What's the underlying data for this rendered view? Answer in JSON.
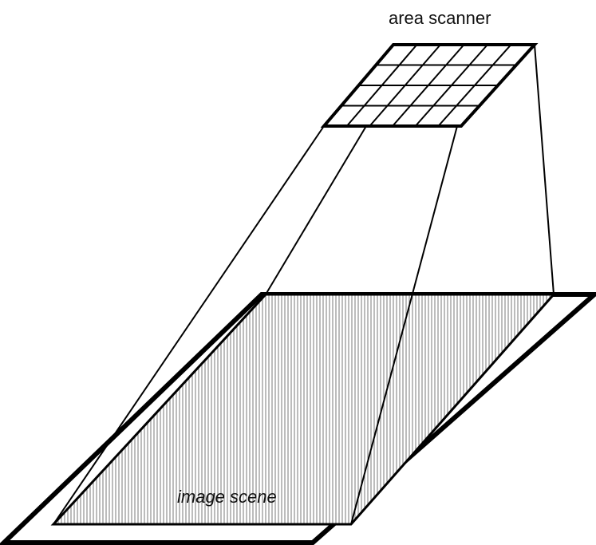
{
  "labels": {
    "scanner": "area scanner",
    "scene": "image scene"
  },
  "scanner_grid": {
    "rows": 4,
    "cols": 6
  },
  "colors": {
    "stroke": "#000000",
    "hatch": "#6e6e6e",
    "background": "#ffffff"
  }
}
